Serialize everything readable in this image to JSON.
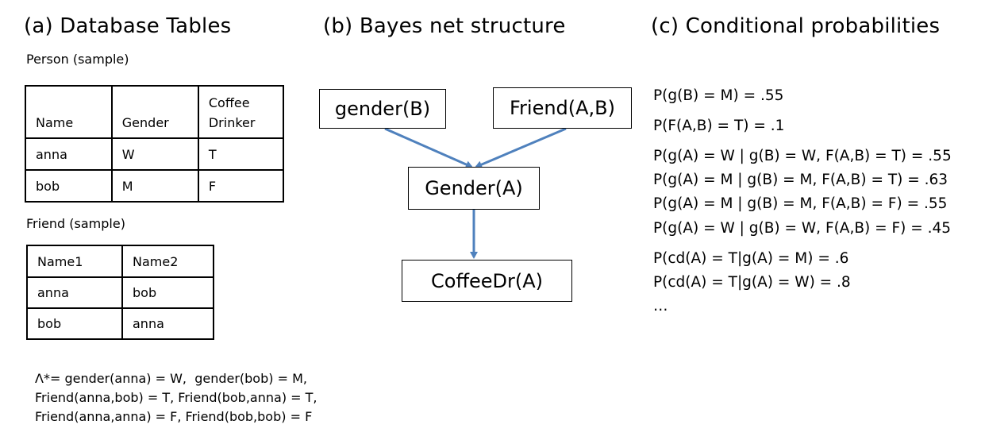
{
  "titles": {
    "a": "(a) Database Tables",
    "b": "(b) Bayes net structure",
    "c": "(c) Conditional probabilities"
  },
  "person": {
    "caption": "Person (sample)",
    "headers": [
      "Name",
      "Gender",
      "Coffee Drinker"
    ],
    "rows": [
      [
        "anna",
        "W",
        "T"
      ],
      [
        "bob",
        "M",
        "F"
      ]
    ]
  },
  "friend": {
    "caption": "Friend (sample)",
    "headers": [
      "Name1",
      "Name2"
    ],
    "rows": [
      [
        "anna",
        "bob"
      ],
      [
        "bob",
        "anna"
      ]
    ]
  },
  "assignment": [
    "Λ*= gender(anna) = W,  gender(bob) = M,",
    "Friend(anna,bob) = T, Friend(bob,anna) = T,",
    "Friend(anna,anna) = F, Friend(bob,bob) = F"
  ],
  "nodes": {
    "gender_b": "gender(B)",
    "friend_ab": "Friend(A,B)",
    "gender_a": "Gender(A)",
    "coffee": "CoffeeDr(A)"
  },
  "edge_color": "#4f81bd",
  "probabilities": [
    "P(g(B) = M) = .55",
    "P(F(A,B) = T) = .1",
    "P(g(A) = W | g(B) = W, F(A,B) = T) = .55",
    "P(g(A) = M | g(B) = M, F(A,B) = T) = .63",
    "P(g(A) = M | g(B) = M, F(A,B) = F) = .55",
    "P(g(A) = W | g(B) = W, F(A,B) = F) = .45",
    "P(cd(A) = T|g(A) = M) = .6",
    "P(cd(A) = T|g(A) = W) = .8",
    "…"
  ]
}
